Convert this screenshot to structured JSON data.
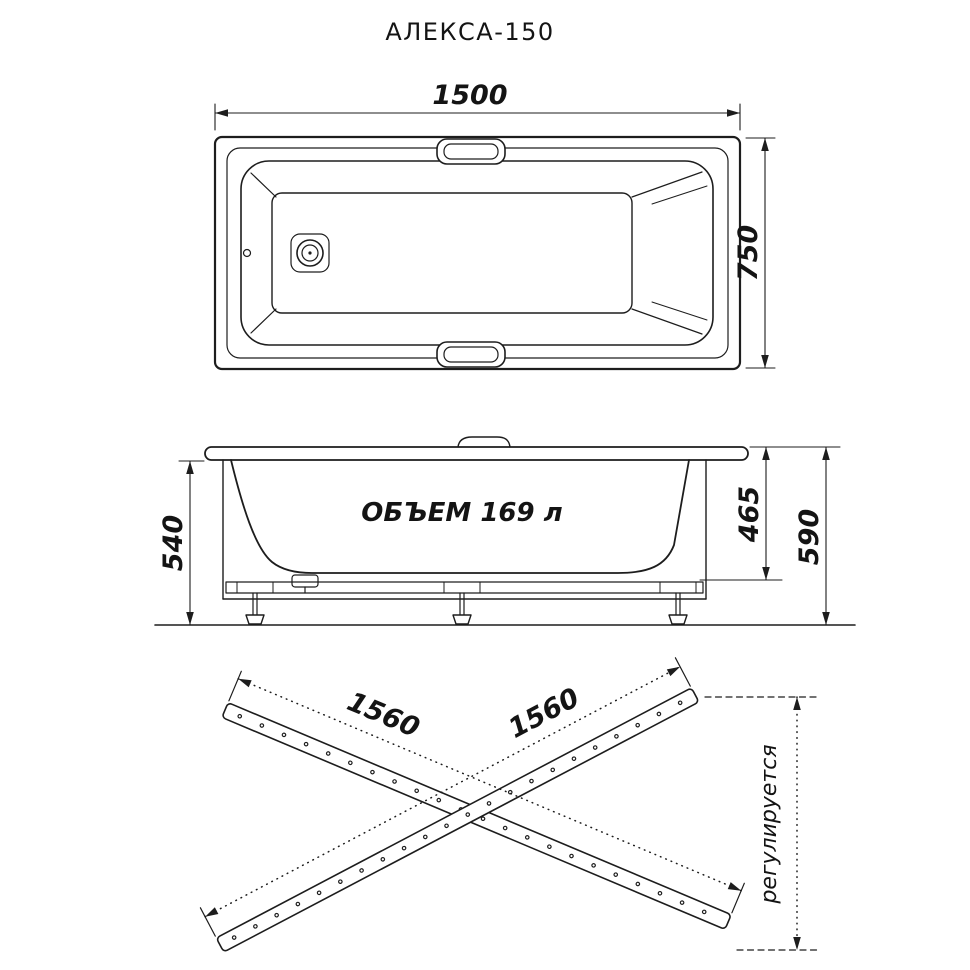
{
  "title": "АЛЕКСА-150",
  "colors": {
    "line": "#1d1d1d",
    "background": "#ffffff"
  },
  "top_view": {
    "dim_length": "1500",
    "dim_width": "750"
  },
  "side_view": {
    "volume": "ОБЪЕМ 169 л",
    "dim_height_side": "540",
    "dim_height_shell": "465",
    "dim_height_total": "590"
  },
  "frame_view": {
    "dim_rail_left": "1560",
    "dim_rail_right": "1560",
    "adjustable_note": "регулируется"
  }
}
